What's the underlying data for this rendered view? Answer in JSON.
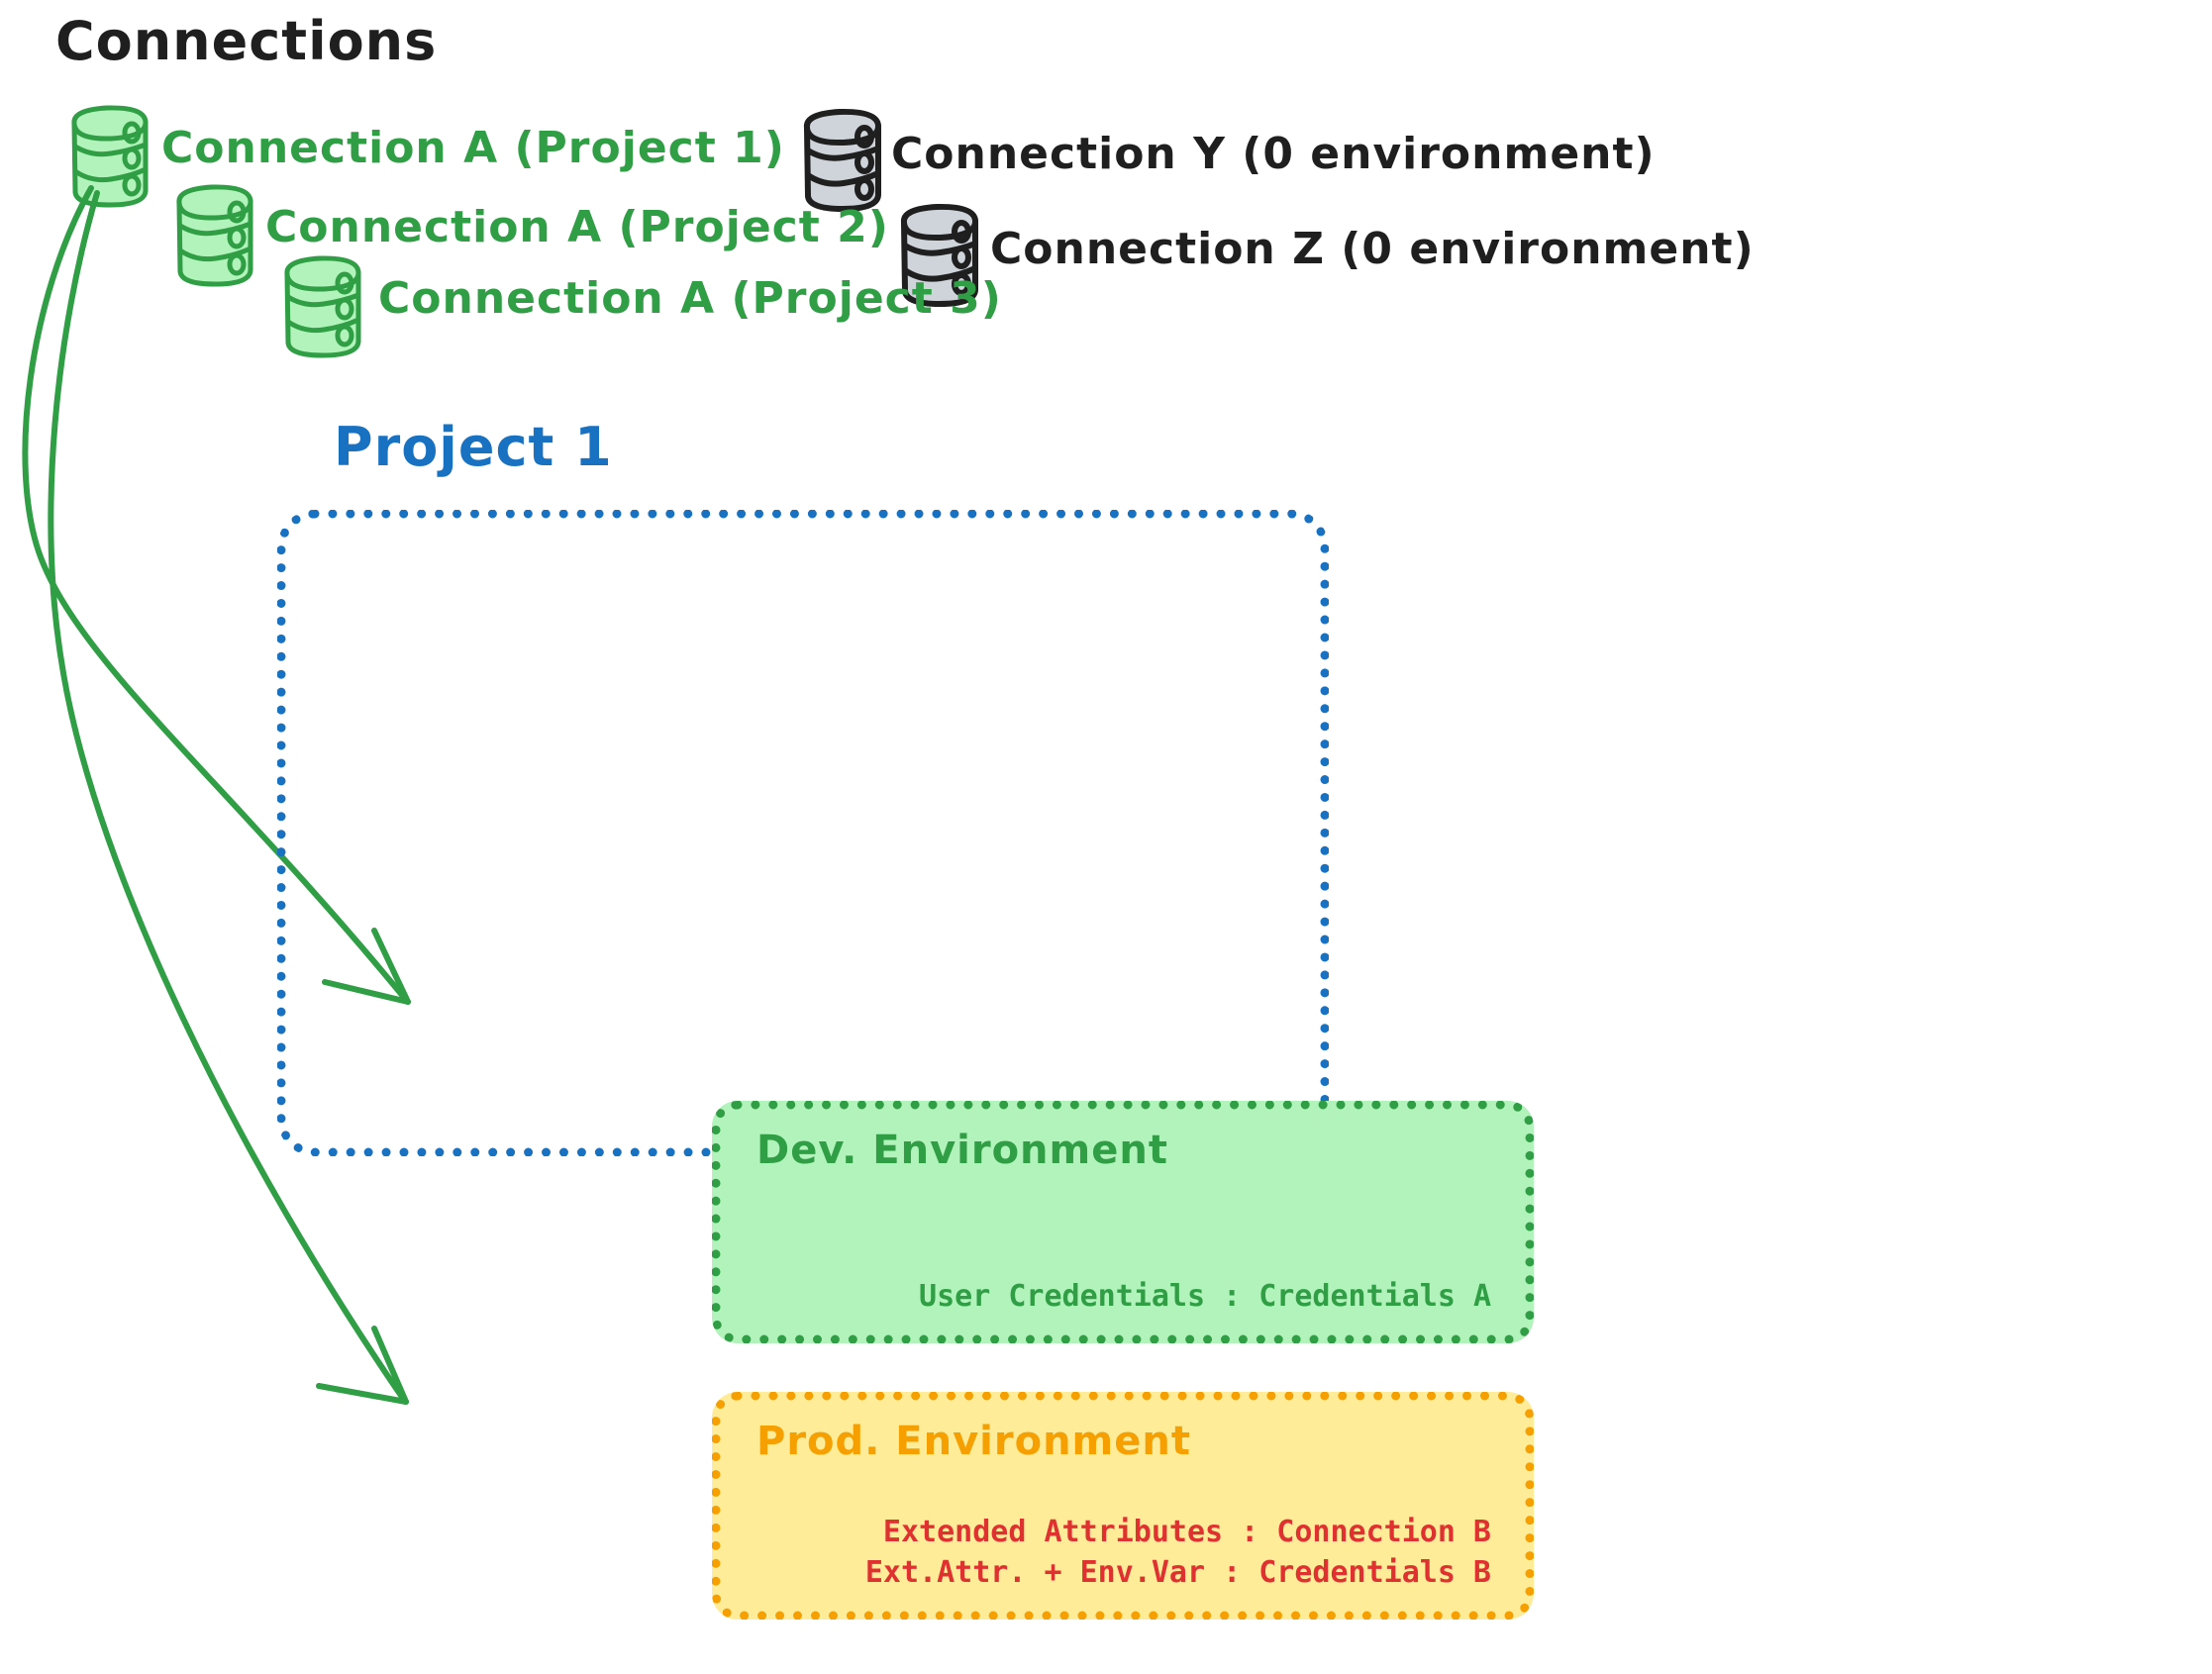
{
  "title": "Connections",
  "colors": {
    "green_stroke": "#2f9e44",
    "green_fill": "#b2f2bb",
    "gray_stroke": "#1f1f1f",
    "gray_fill": "#ced4da",
    "blue": "#1971c2",
    "orange": "#f59f00",
    "orange_fill": "#ffec99",
    "red": "#e03131",
    "black": "#1f1f1f"
  },
  "connections": [
    {
      "id": "connection-a-project-1",
      "label": "Connection A (Project 1)",
      "color": "green",
      "icon": "database-cylinder-icon"
    },
    {
      "id": "connection-a-project-2",
      "label": "Connection A (Project 2)",
      "color": "green",
      "icon": "database-cylinder-icon"
    },
    {
      "id": "connection-a-project-3",
      "label": "Connection A (Project 3)",
      "color": "green",
      "icon": "database-cylinder-icon"
    },
    {
      "id": "connection-y",
      "label": "Connection Y (0 environment)",
      "color": "gray",
      "icon": "database-cylinder-icon"
    },
    {
      "id": "connection-z",
      "label": "Connection Z (0 environment)",
      "color": "gray",
      "icon": "database-cylinder-icon"
    }
  ],
  "project": {
    "title": "Project 1",
    "environments": [
      {
        "id": "dev-environment",
        "title": "Dev. Environment",
        "lines": [
          "User Credentials : Credentials A"
        ]
      },
      {
        "id": "prod-environment",
        "title": "Prod. Environment",
        "lines": [
          "Extended Attributes : Connection B",
          "Ext.Attr. + Env.Var : Credentials B"
        ]
      }
    ]
  },
  "arrows": [
    {
      "id": "arrow-to-dev-environment",
      "from": "connection-a-project-1",
      "to": "dev-environment",
      "color": "green"
    },
    {
      "id": "arrow-to-prod-environment",
      "from": "connection-a-project-1",
      "to": "prod-environment",
      "color": "green"
    }
  ]
}
